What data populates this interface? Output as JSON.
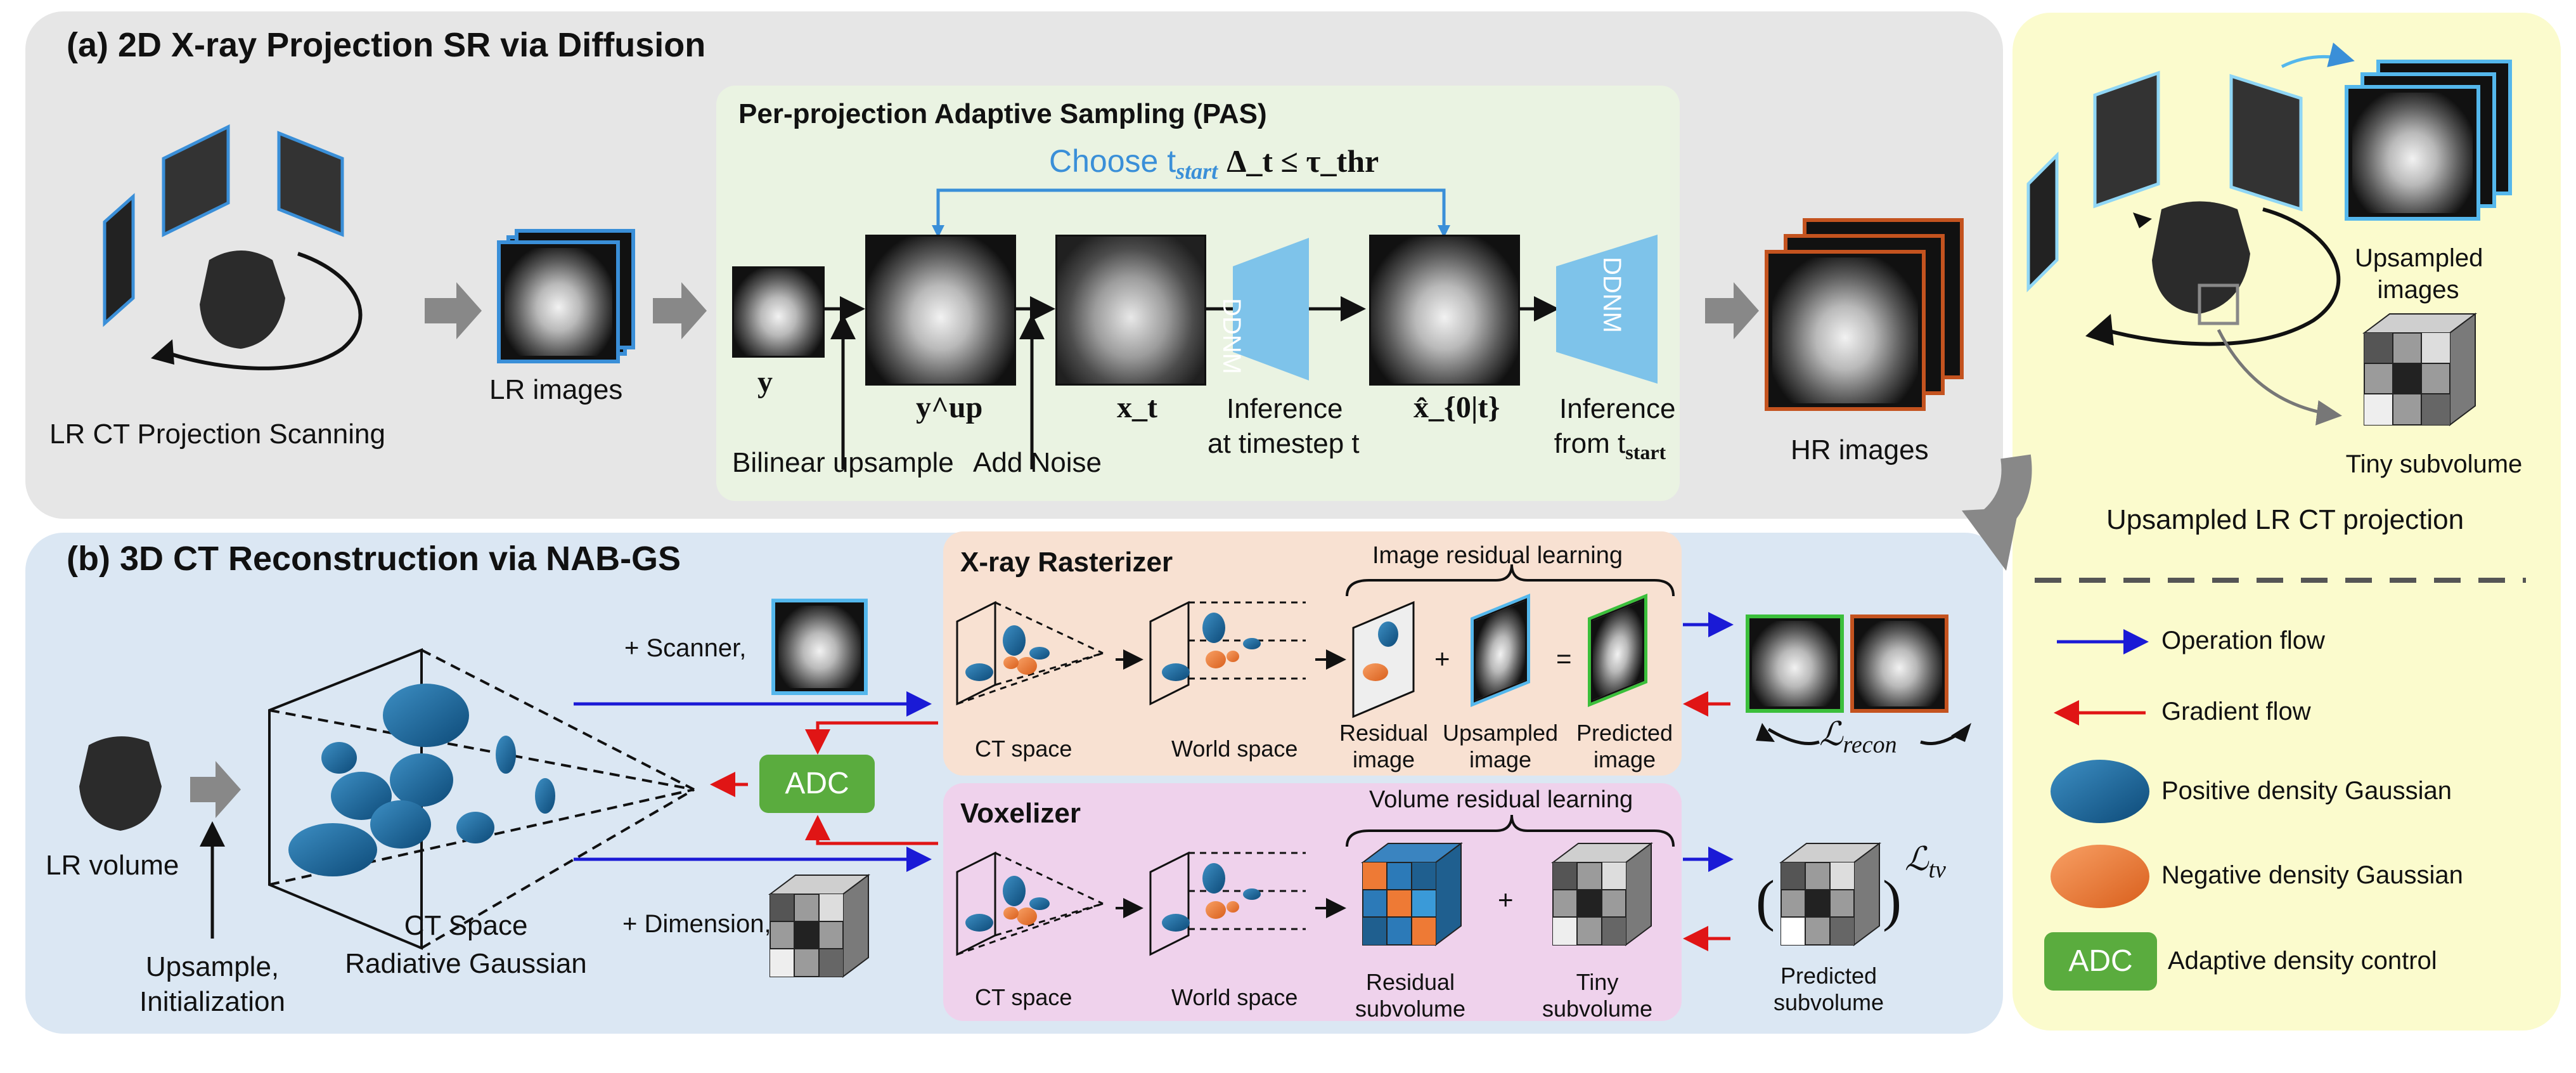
{
  "panel_a": {
    "title": "(a) 2D X-ray Projection SR via Diffusion",
    "scan_label": "LR CT Projection Scanning",
    "lr_images_label": "LR images",
    "pas_title": "Per-projection Adaptive Sampling (PAS)",
    "choose_text": "Choose t",
    "choose_sub": "start",
    "choose_cond": "Δ_t ≤ τ_thr",
    "y_label": "y",
    "yup_label": "y^up",
    "xt_label": "x_t",
    "x0_label": "x̂_{0|t}",
    "bilinear_label": "Bilinear upsample",
    "noise_label": "Add Noise",
    "ddnm_label": "DDNM",
    "inference1_line1": "Inference",
    "inference1_line2": "at timestep t",
    "inference2_line1": "Inference",
    "inference2_line2": "from t",
    "inference2_sub": "start",
    "hr_images_label": "HR images"
  },
  "panel_b": {
    "title": "(b) 3D CT Reconstruction via NAB-GS",
    "lr_volume_label": "LR volume",
    "upsample_label_1": "Upsample,",
    "upsample_label_2": "Initialization",
    "ct_space_label_1": "CT Space",
    "ct_space_label_2": "Radiative Gaussian",
    "scanner_label": "+ Scanner,",
    "dimension_label": "+ Dimension,",
    "adc_label": "ADC",
    "rasterizer_title": "X-ray Rasterizer",
    "image_residual_label": "Image residual learning",
    "ct_space": "CT space",
    "world_space": "World space",
    "residual_image": "Residual image",
    "upsampled_image": "Upsampled image",
    "predicted_image": "Predicted image",
    "plus": "+",
    "equals": "=",
    "recon_loss": "ℒ",
    "recon_sub": "recon",
    "voxelizer_title": "Voxelizer",
    "volume_residual_label": "Volume residual learning",
    "residual_subvolume": "Residual subvolume",
    "tiny_subvolume": "Tiny subvolume",
    "predicted_subvolume": "Predicted subvolume",
    "tv_loss": "ℒ",
    "tv_sub": "tv"
  },
  "panel_c": {
    "upsampled_images_1": "Upsampled",
    "upsampled_images_2": "images",
    "tiny_subvolume": "Tiny subvolume",
    "caption": "Upsampled LR CT projection",
    "legend": [
      {
        "label": "Operation flow"
      },
      {
        "label": "Gradient flow"
      },
      {
        "label": "Positive density Gaussian"
      },
      {
        "label": "Negative density Gaussian"
      },
      {
        "label": "Adaptive density control",
        "badge": "ADC"
      }
    ]
  },
  "colors": {
    "operation_flow": "#1a1ad6",
    "gradient_flow": "#e01515",
    "positive_gaussian": "#1f6fa6",
    "negative_gaussian": "#ee7a35",
    "adc": "#5aac3e",
    "lr_frame": "#3a8fd8",
    "hr_frame": "#c4531f",
    "pred_frame": "#3bbf3b",
    "choose_blue": "#3a8fd8",
    "ddnm_blue": "#7ec3ea"
  }
}
